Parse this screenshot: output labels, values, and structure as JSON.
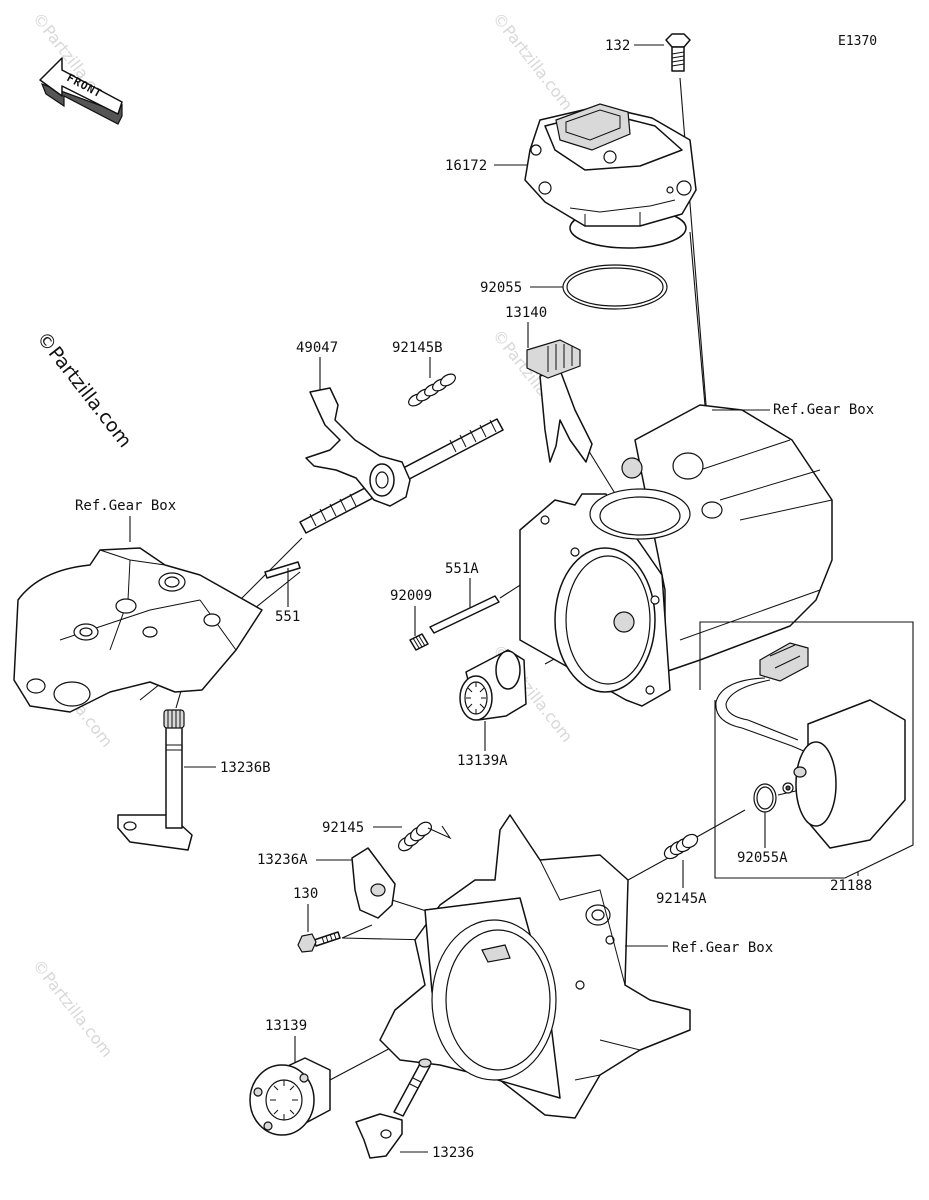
{
  "diagram": {
    "code": "E1370",
    "front": "FRONT",
    "watermark": "©Partzilla.com",
    "ref_gear_box": "Ref.Gear Box",
    "parts": {
      "p132": "132",
      "p16172": "16172",
      "p92055": "92055",
      "p13140": "13140",
      "p49047": "49047",
      "p92145B": "92145B",
      "p551A": "551A",
      "p92009": "92009",
      "p551": "551",
      "p13139A": "13139A",
      "p13236B": "13236B",
      "p92145": "92145",
      "p13236A": "13236A",
      "p130": "130",
      "p92145A": "92145A",
      "p92055A": "92055A",
      "p21188": "21188",
      "p13139": "13139",
      "p13236": "13236"
    }
  }
}
